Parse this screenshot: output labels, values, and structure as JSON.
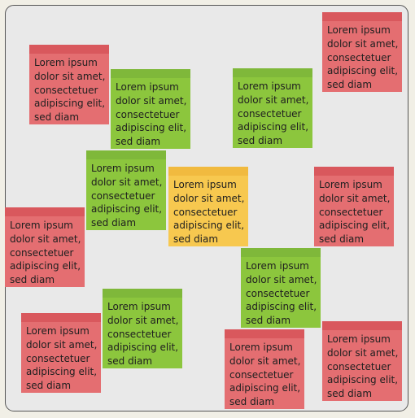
{
  "colors": {
    "red": "#e46e71",
    "green": "#8cc63d",
    "yellow": "#f7c84f",
    "board": "#e9e9e9"
  },
  "notes": [
    {
      "color": "red",
      "text": "Lorem ipsum dolor sit amet, consectetuer adipiscing elit, sed diam"
    },
    {
      "color": "red",
      "text": "Lorem ipsum dolor sit amet, consectetuer adipiscing elit, sed diam"
    },
    {
      "color": "green",
      "text": "Lorem ipsum dolor sit amet, consectetuer adipiscing elit, sed diam"
    },
    {
      "color": "green",
      "text": "Lorem ipsum dolor sit amet, consectetuer adipiscing elit, sed diam"
    },
    {
      "color": "green",
      "text": "Lorem ipsum dolor sit amet, consectetuer adipiscing elit, sed diam"
    },
    {
      "color": "yellow",
      "text": "Lorem ipsum dolor sit amet, consectetuer adipiscing elit, sed diam"
    },
    {
      "color": "red",
      "text": "Lorem ipsum dolor sit amet, consectetuer adipiscing elit, sed diam"
    },
    {
      "color": "red",
      "text": "Lorem ipsum dolor sit amet, consectetuer adipiscing elit, sed diam"
    },
    {
      "color": "green",
      "text": "Lorem ipsum dolor sit amet, consectetuer adipiscing elit, sed diam"
    },
    {
      "color": "red",
      "text": "Lorem ipsum dolor sit amet, consectetuer adipiscing elit, sed diam"
    },
    {
      "color": "green",
      "text": "Lorem ipsum dolor sit amet, consectetuer adipiscing elit, sed diam"
    },
    {
      "color": "red",
      "text": "Lorem ipsum dolor sit amet, consectetuer adipiscing elit, sed diam"
    },
    {
      "color": "red",
      "text": "Lorem ipsum dolor sit amet, consectetuer adipiscing elit, sed diam"
    }
  ]
}
